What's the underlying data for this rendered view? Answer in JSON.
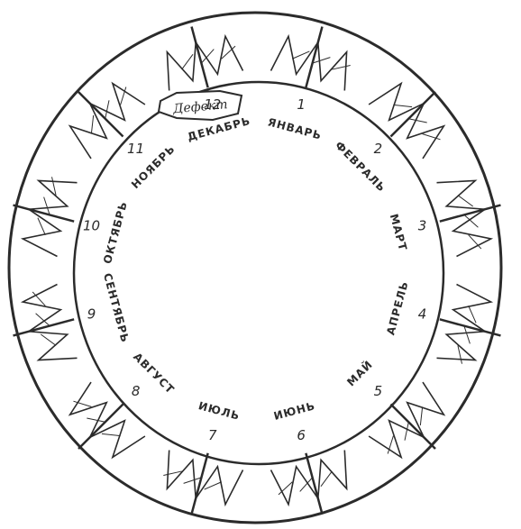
{
  "diagram": {
    "months": [
      "ЯНВАРЬ",
      "ФЕВРАЛЬ",
      "МАРТ",
      "АПРЕЛЬ",
      "МАЙ",
      "ИЮНЬ",
      "ИЮЛЬ",
      "АВГУСТ",
      "СЕНТЯБРЬ",
      "ОКТЯБРЬ",
      "НОЯБРЬ",
      "ДЕКАБРЬ"
    ],
    "numbers": [
      "1",
      "2",
      "3",
      "4",
      "5",
      "6",
      "7",
      "8",
      "9",
      "10",
      "11",
      "12"
    ],
    "defect_label": "Дефект",
    "ink_color": "#2b2b2b"
  }
}
